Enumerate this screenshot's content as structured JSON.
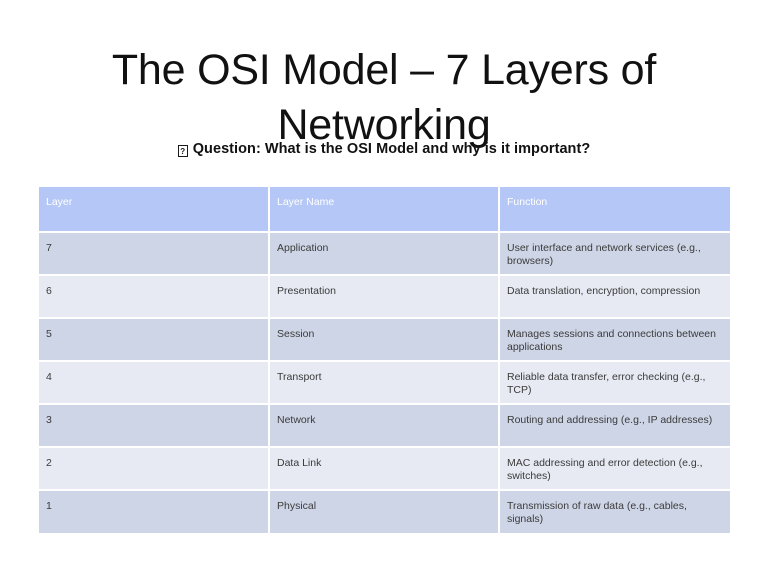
{
  "slide": {
    "title": "The OSI Model – 7 Layers of Networking",
    "subtitle": {
      "bullet_glyph": "?",
      "bullet_glyph_name": "missing-glyph-box-icon",
      "text": "Question: What is the OSI Model and why is it important?"
    }
  },
  "table": {
    "name": "osi-layers-table",
    "headers": [
      "Layer",
      "Layer Name",
      "Function"
    ],
    "rows": [
      {
        "layer": "7",
        "layer_name": "Application",
        "function": "User interface and network services (e.g., browsers)",
        "shade": "dark"
      },
      {
        "layer": "6",
        "layer_name": "Presentation",
        "function": "Data translation, encryption, compression",
        "shade": "light"
      },
      {
        "layer": "5",
        "layer_name": "Session",
        "function": "Manages sessions and connections between applications",
        "shade": "dark"
      },
      {
        "layer": "4",
        "layer_name": "Transport",
        "function": "Reliable data transfer, error checking (e.g., TCP)",
        "shade": "light"
      },
      {
        "layer": "3",
        "layer_name": "Network",
        "function": "Routing and addressing (e.g., IP addresses)",
        "shade": "dark"
      },
      {
        "layer": "2",
        "layer_name": "Data Link",
        "function": "MAC addressing and error detection (e.g., switches)",
        "shade": "light"
      },
      {
        "layer": "1",
        "layer_name": "Physical",
        "function": "Transmission of raw data (e.g., cables, signals)",
        "shade": "dark"
      }
    ]
  },
  "colors": {
    "background": "#FFFFFF",
    "header_fill": "#B4C7F6",
    "row_dark_fill": "#CED5E6",
    "row_light_fill": "#E7EAF3",
    "header_text": "#FFFFFF",
    "body_text": "#3B3B3B",
    "title_text": "#111111",
    "gridline": "#FFFFFF"
  }
}
